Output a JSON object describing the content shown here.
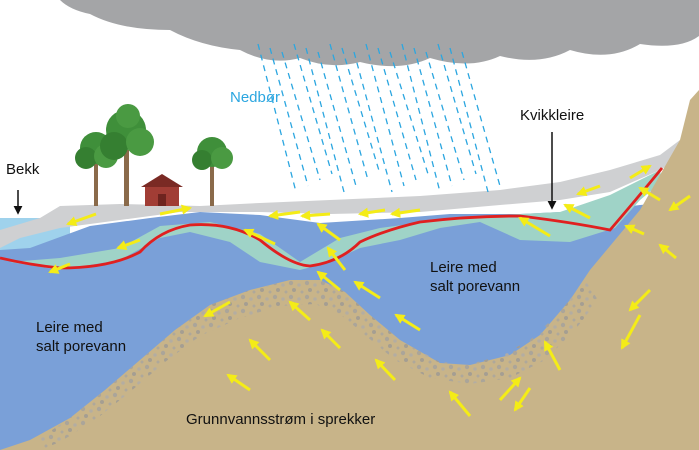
{
  "labels": {
    "rain": "Nedbør",
    "stream": "Bekk",
    "quick_clay": "Kvikkleire",
    "clay_right_line1": "Leire med",
    "clay_right_line2": "salt porevann",
    "clay_left_line1": "Leire med",
    "clay_left_line2": "salt porevann",
    "groundwater": "Grunnvannsstrøm i sprekker"
  },
  "colors": {
    "cloud": "#a4a5a7",
    "rain": "#2ba6e0",
    "water": "#9fd2ec",
    "surface_layer": "#cfd0d2",
    "quick_clay": "#9fd3c7",
    "salt_clay": "#7aa0d8",
    "bedrock": "#c8b489",
    "gravel": "#a9a49a",
    "failure_line": "#e02020",
    "flow_arrows": "#f4ec17",
    "tree_trunk": "#8a6a4a",
    "tree_canopy": "#3f8f3a",
    "house": "#a13d35"
  },
  "icons": [
    "tree-icon",
    "house-icon",
    "cloud-icon",
    "rain-icon",
    "arrow-icon"
  ]
}
